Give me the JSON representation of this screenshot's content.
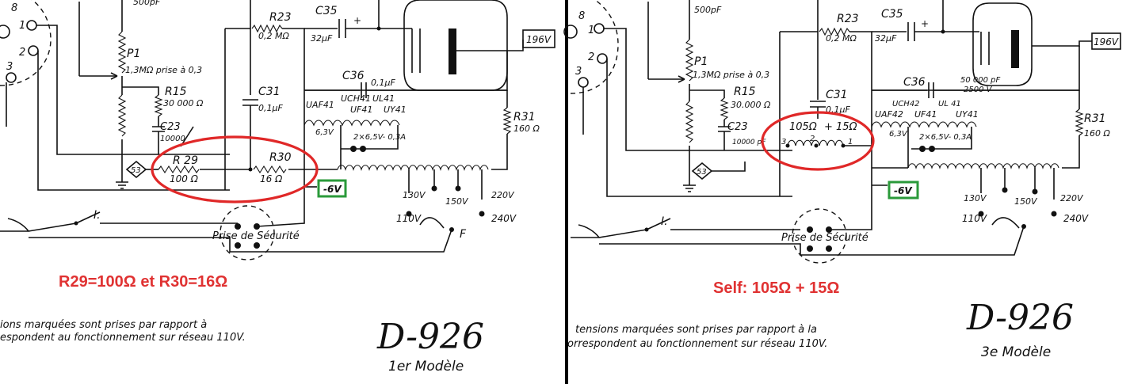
{
  "colors": {
    "annotation_red": "#e03232",
    "highlight_green": "#2a9a3a",
    "ink": "#111111",
    "divider": "#000000"
  },
  "left": {
    "caption": "R29=100Ω et R30=16Ω",
    "model_title": "D-926",
    "model_sub": "1er Modèle",
    "note_line1": "ions marquées sont prises par rapport à",
    "note_line2": "espondent au fonctionnement sur réseau 110V.",
    "labels": {
      "c500": "500pF",
      "p1": "P1",
      "p1_val": "1,3MΩ prise à 0,3",
      "r15": "R15",
      "r15_val": "30 000 Ω",
      "c23": "C23",
      "c23_val": "10000",
      "r23": "R23",
      "r23_val": "0,2 MΩ",
      "c35": "C35",
      "c35_val": "32µF",
      "v196": "196V",
      "c31": "C31",
      "c31_val": "0,1µF",
      "c36": "C36",
      "c36_val": "0,1µF",
      "uch41": "UCH41",
      "ul41": "UL41",
      "uaf41": "UAF41",
      "uf41": "UF41",
      "uy41": "UY41",
      "v63": "6,3V",
      "fil": "2×6,5V- 0,3A",
      "r31": "R31",
      "r31_val": "160 Ω",
      "r29": "R 29",
      "r29_val": "100 Ω",
      "r30": "R30",
      "r30_val": "16 Ω",
      "node53": "53",
      "neg6": "-6V",
      "t130": "130V",
      "t150": "150V",
      "t220": "220V",
      "t110": "110V",
      "t240": "240V",
      "f": "F",
      "sw": "I.",
      "prise": "Prise de Sécurité",
      "pin8": "8",
      "pin1": "1",
      "pin2": "2",
      "pin3": "3"
    }
  },
  "right": {
    "caption": "Self: 105Ω + 15Ω",
    "model_title": "D-926",
    "model_sub": "3e Modèle",
    "note_line1": "tensions marquées sont prises par rapport à la",
    "note_line2": "orrespondent au fonctionnement sur réseau 110V.",
    "labels": {
      "c500": "500pF",
      "p1": "P1",
      "p1_val": "1,3MΩ prise à 0,3",
      "r15": "R15",
      "r15_val": "30.000 Ω",
      "c23": "C23",
      "c23_val": "10000 pF",
      "r23": "R23",
      "r23_val": "0,2 MΩ",
      "c35": "C35",
      "c35_val": "32µF",
      "v196": "196V",
      "c31": "C31",
      "c31_val": "0,1µF",
      "c36": "C36",
      "c36_val": "50 000 pF",
      "c36_v": "2500 V",
      "uch42": "UCH42",
      "ul41": "UL 41",
      "uaf42": "UAF42",
      "uf41": "UF41",
      "uy41": "UY41",
      "v63": "6,3V",
      "fil": "2×6,5V- 0,3A",
      "r31": "R31",
      "r31_val": "160 Ω",
      "self_a": "105Ω",
      "self_b": "+ 15Ω",
      "tap3": "3",
      "tap2": "2",
      "tap1": "1",
      "node53": "53",
      "neg6": "-6V",
      "t130": "130V",
      "t150": "150V",
      "t220": "220V",
      "t110": "110V",
      "t240": "240V",
      "sw": "I.",
      "prise": "Prise de Sécurité",
      "pin8": "8",
      "pin1": "1",
      "pin2": "2",
      "pin3": "3"
    }
  }
}
